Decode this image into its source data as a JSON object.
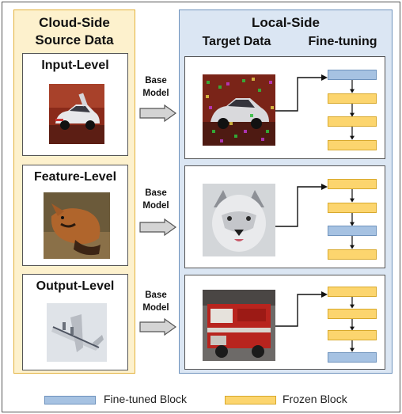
{
  "cloud_title_line1": "Cloud-Side",
  "cloud_title_line2": "Source Data",
  "local_title": "Local-Side",
  "target_header": "Target Data",
  "finetune_header": "Fine-tuning",
  "levels": [
    {
      "label": "Input-Level",
      "image": "car-image"
    },
    {
      "label": "Feature-Level",
      "image": "fox-image"
    },
    {
      "label": "Output-Level",
      "image": "airplane-image"
    }
  ],
  "arrow_label_line1": "Base",
  "arrow_label_line2": "Model",
  "legend": {
    "finetuned": "Fine-tuned Block",
    "frozen": "Frozen Block"
  },
  "colors": {
    "finetuned": "#a6c2e2",
    "frozen": "#fcd56e",
    "cloud_bg": "#fdf1cd",
    "local_bg": "#dbe6f3"
  },
  "block_stacks": [
    [
      "finetuned",
      "frozen",
      "frozen",
      "frozen"
    ],
    [
      "frozen",
      "frozen",
      "finetuned",
      "frozen"
    ],
    [
      "frozen",
      "frozen",
      "frozen",
      "finetuned"
    ]
  ]
}
